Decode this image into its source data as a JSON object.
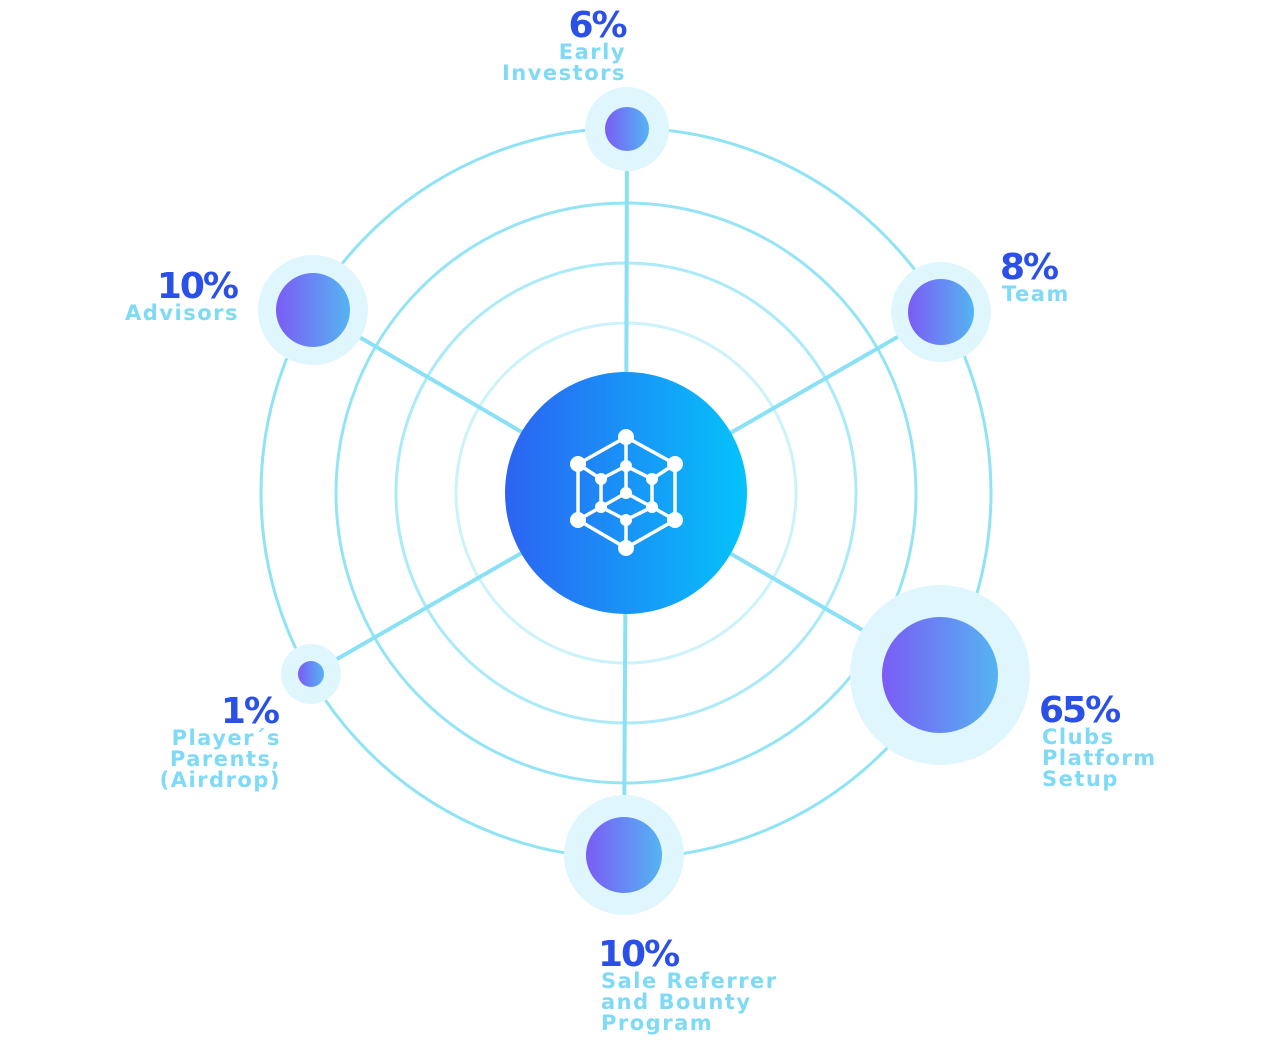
{
  "chart_data": {
    "type": "pie",
    "title": "",
    "center_icon": "network-cube-icon",
    "slices": [
      {
        "key": "early-investors",
        "percent_label": "6%",
        "value": 6,
        "label_lines": [
          "Early",
          "Investors"
        ]
      },
      {
        "key": "team",
        "percent_label": "8%",
        "value": 8,
        "label_lines": [
          "Team"
        ]
      },
      {
        "key": "clubs-platform-setup",
        "percent_label": "65%",
        "value": 65,
        "label_lines": [
          "Clubs",
          "Platform",
          "Setup"
        ]
      },
      {
        "key": "sale-referrer-bounty",
        "percent_label": "10%",
        "value": 10,
        "label_lines": [
          "Sale Referrer",
          "and Bounty",
          "Program"
        ]
      },
      {
        "key": "players-parents-airdrop",
        "percent_label": "1%",
        "value": 1,
        "label_lines": [
          "Player´s",
          "Parents,",
          "(Airdrop)"
        ]
      },
      {
        "key": "advisors",
        "percent_label": "10%",
        "value": 10,
        "label_lines": [
          "Advisors"
        ]
      }
    ]
  },
  "colors": {
    "ring": "#8fe3f5",
    "spoke": "#8ae0f5",
    "halo": "#dff6fc",
    "node_start": "#7a5cf5",
    "node_end": "#55b4f2",
    "center_start": "#2c63f2",
    "center_end": "#05c3fb",
    "percent_text": "#2b50e8",
    "label_text": "#7fdaf5"
  }
}
